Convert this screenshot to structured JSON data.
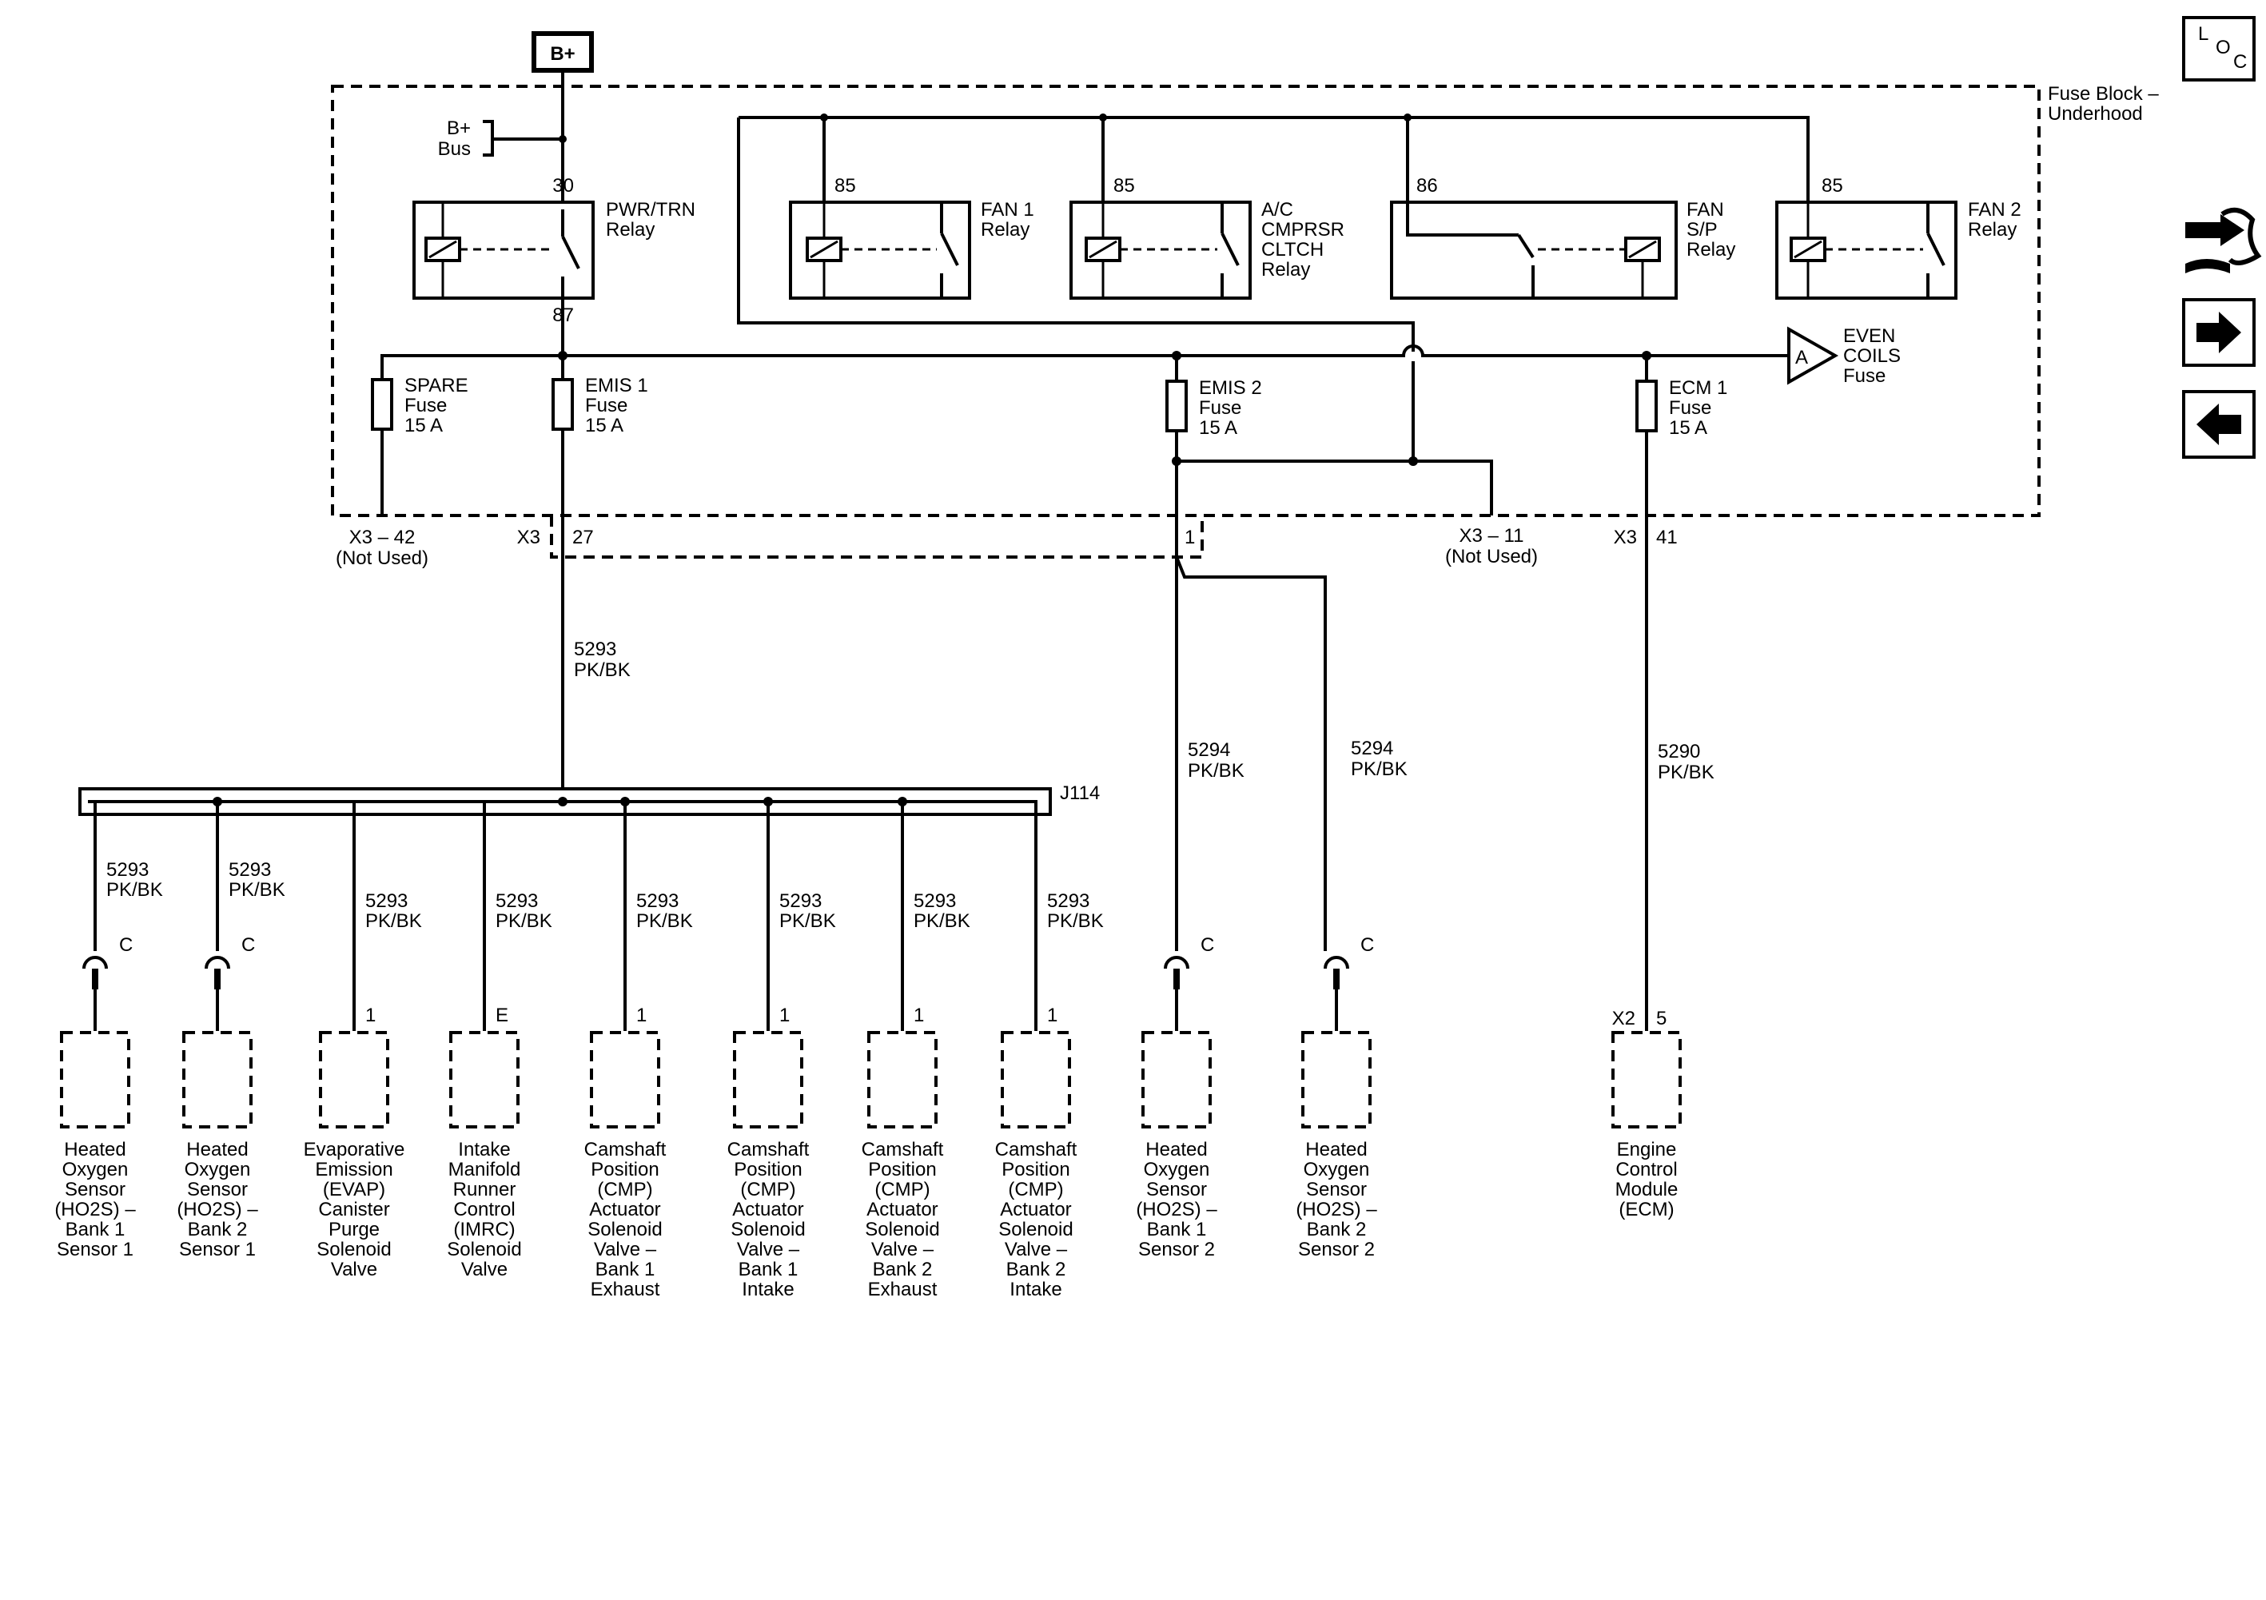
{
  "power_source": "B+",
  "fuse_block": {
    "title_line1": "Fuse Block –",
    "title_line2": "Underhood"
  },
  "bus": {
    "line1": "B+",
    "line2": "Bus"
  },
  "relays": [
    {
      "pin_top": "30",
      "pin_bottom": "87",
      "line1": "PWR/TRN",
      "line2": "Relay"
    },
    {
      "pin": "85",
      "line1": "FAN 1",
      "line2": "Relay"
    },
    {
      "pin": "85",
      "line1": "A/C",
      "line2": "CMPRSR",
      "line3": "CLTCH",
      "line4": "Relay"
    },
    {
      "pin": "86",
      "line1": "FAN",
      "line2": "S/P",
      "line3": "Relay"
    },
    {
      "pin": "85",
      "line1": "FAN 2",
      "line2": "Relay"
    }
  ],
  "fuses": [
    {
      "line1": "SPARE",
      "line2": "Fuse",
      "line3": "15 A"
    },
    {
      "line1": "EMIS 1",
      "line2": "Fuse",
      "line3": "15 A"
    },
    {
      "line1": "EMIS 2",
      "line2": "Fuse",
      "line3": "15 A"
    },
    {
      "line1": "ECM 1",
      "line2": "Fuse",
      "line3": "15 A"
    }
  ],
  "offpage": {
    "letter": "A",
    "line1": "EVEN",
    "line2": "COILS",
    "line3": "Fuse"
  },
  "connectors": {
    "x3_42": "X3 – 42",
    "x3_42_note": "(Not Used)",
    "x3_27_conn": "X3",
    "x3_27_pin": "27",
    "x3_1_pin": "1",
    "x3_11": "X3 – 11",
    "x3_11_note": "(Not Used)",
    "x3_41_conn": "X3",
    "x3_41_pin": "41"
  },
  "splice": "J114",
  "wires": {
    "main": {
      "circuit": "5293",
      "color": "PK/BK"
    },
    "emis2_a": {
      "circuit": "5294",
      "color": "PK/BK"
    },
    "emis2_b": {
      "circuit": "5294",
      "color": "PK/BK"
    },
    "ecm": {
      "circuit": "5290",
      "color": "PK/BK"
    }
  },
  "branches": [
    {
      "circuit": "5293",
      "color": "PK/BK",
      "pin": "C",
      "name": [
        "Heated",
        "Oxygen",
        "Sensor",
        "(HO2S) –",
        "Bank 1",
        "Sensor 1"
      ]
    },
    {
      "circuit": "5293",
      "color": "PK/BK",
      "pin": "C",
      "name": [
        "Heated",
        "Oxygen",
        "Sensor",
        "(HO2S) –",
        "Bank 2",
        "Sensor 1"
      ]
    },
    {
      "circuit": "5293",
      "color": "PK/BK",
      "pin": "1",
      "name": [
        "Evaporative",
        "Emission",
        "(EVAP)",
        "Canister",
        "Purge",
        "Solenoid",
        "Valve"
      ]
    },
    {
      "circuit": "5293",
      "color": "PK/BK",
      "pin": "E",
      "name": [
        "Intake",
        "Manifold",
        "Runner",
        "Control",
        "(IMRC)",
        "Solenoid",
        "Valve"
      ]
    },
    {
      "circuit": "5293",
      "color": "PK/BK",
      "pin": "1",
      "name": [
        "Camshaft",
        "Position",
        "(CMP)",
        "Actuator",
        "Solenoid",
        "Valve –",
        "Bank 1",
        "Exhaust"
      ]
    },
    {
      "circuit": "5293",
      "color": "PK/BK",
      "pin": "1",
      "name": [
        "Camshaft",
        "Position",
        "(CMP)",
        "Actuator",
        "Solenoid",
        "Valve –",
        "Bank 1",
        "Intake"
      ]
    },
    {
      "circuit": "5293",
      "color": "PK/BK",
      "pin": "1",
      "name": [
        "Camshaft",
        "Position",
        "(CMP)",
        "Actuator",
        "Solenoid",
        "Valve –",
        "Bank 2",
        "Exhaust"
      ]
    },
    {
      "circuit": "5293",
      "color": "PK/BK",
      "pin": "1",
      "name": [
        "Camshaft",
        "Position",
        "(CMP)",
        "Actuator",
        "Solenoid",
        "Valve –",
        "Bank 2",
        "Intake"
      ]
    }
  ],
  "o2_bank1_s2": {
    "pin": "C",
    "name": [
      "Heated",
      "Oxygen",
      "Sensor",
      "(HO2S) –",
      "Bank 1",
      "Sensor 2"
    ]
  },
  "o2_bank2_s2": {
    "pin": "C",
    "name": [
      "Heated",
      "Oxygen",
      "Sensor",
      "(HO2S) –",
      "Bank 2",
      "Sensor 2"
    ]
  },
  "ecm": {
    "conn": "X2",
    "pin": "5",
    "name": [
      "Engine",
      "Control",
      "Module",
      "(ECM)"
    ]
  },
  "nav": {
    "loc_l": "L",
    "loc_o": "O",
    "loc_c": "C"
  }
}
